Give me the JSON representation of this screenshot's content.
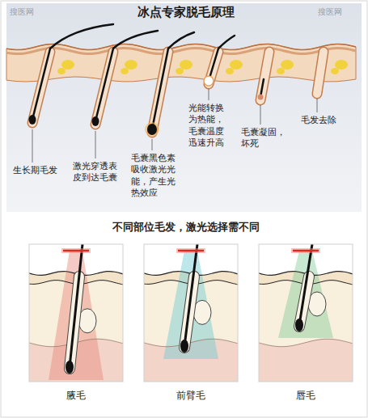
{
  "diagram": {
    "title": "冰点专家脱毛原理",
    "labels": [
      "搜医网",
      "搜医网",
      "生长期毛发",
      "激光穿透表皮到达毛囊",
      "毛囊黑色素吸收激光光能，产生光热效应",
      "光能转换为热能，毛囊温度迅速升高",
      "毛囊凝固，坏死",
      "毛发去除",
      "不同部位毛发，激光选择需不同",
      "腋毛",
      "前臂毛",
      "唇毛"
    ]
  }
}
